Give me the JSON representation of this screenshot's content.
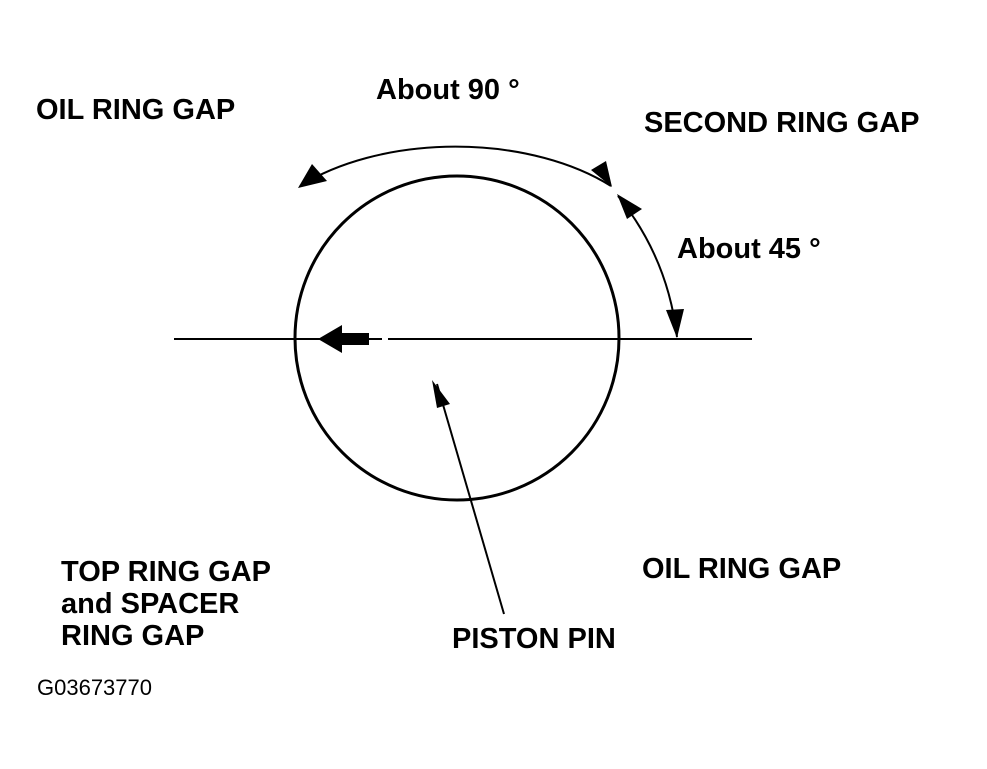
{
  "labels": {
    "oil_ring_gap_top": "OIL RING GAP",
    "about_90": "About 90 °",
    "second_ring_gap": "SECOND RING GAP",
    "about_45": "About 45 °",
    "top_ring_gap_line1": "TOP RING GAP",
    "top_ring_gap_line2": "and SPACER",
    "top_ring_gap_line3": "RING GAP",
    "oil_ring_gap_bottom": "OIL RING GAP",
    "piston_pin": "PISTON PIN",
    "figure_code": "G03673770"
  },
  "colors": {
    "ink": "#000000",
    "background": "#ffffff"
  }
}
